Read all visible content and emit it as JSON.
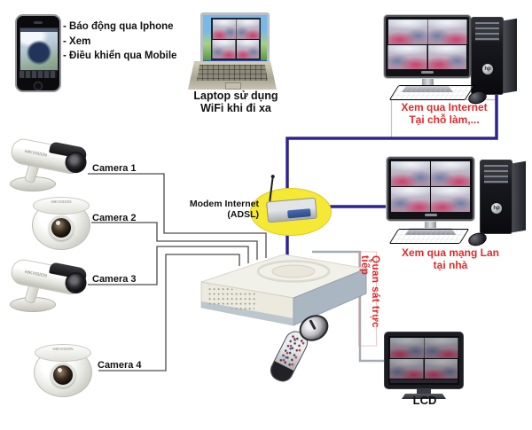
{
  "phone": {
    "bullets": [
      "- Báo động qua Iphone",
      "- Xem",
      "- Điều khiển qua Mobile"
    ]
  },
  "laptop": {
    "label_line1": "Laptop sử dụng",
    "label_line2": "WiFi khi đi xa"
  },
  "internet_pc": {
    "label_line1": "Xem qua Internet",
    "label_line2": "Tại chỗ làm,...",
    "tower_logo": "hp"
  },
  "lan_pc": {
    "label_line1": "Xem qua mạng Lan",
    "label_line2": "tại nhà",
    "tower_logo": "hp"
  },
  "modem": {
    "label": "Modem Internet (ADSL)"
  },
  "cameras": [
    {
      "label": "Camera 1",
      "type": "bullet",
      "brand": "HIKVISION"
    },
    {
      "label": "Camera 2",
      "type": "dome",
      "brand": "HIKVISION"
    },
    {
      "label": "Camera 3",
      "type": "bullet",
      "brand": "HIKVISION"
    },
    {
      "label": "Camera 4",
      "type": "dome",
      "brand": "HIKVISION"
    }
  ],
  "direct_view": {
    "label": "Quan sát trực tiếp"
  },
  "lcd": {
    "label": "LCD"
  },
  "colors": {
    "internet_line": "#2e2394",
    "camera_line": "#4c4c4c",
    "direct_line": "#a6abb3",
    "label_red": "#e02b2b",
    "modem_highlight": "#f6e935"
  }
}
